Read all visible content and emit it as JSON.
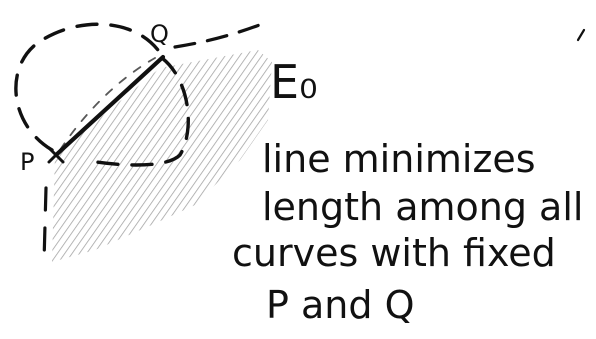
{
  "labels": {
    "point_p": "P",
    "point_q": "Q",
    "region": "E₀"
  },
  "caption": {
    "line1": "line minimizes",
    "line2": "length among all",
    "line3": "curves with fixed",
    "line4": "P and Q"
  },
  "colors": {
    "ink": "#111111",
    "shading": "#9a9a9a",
    "background": "#ffffff"
  }
}
